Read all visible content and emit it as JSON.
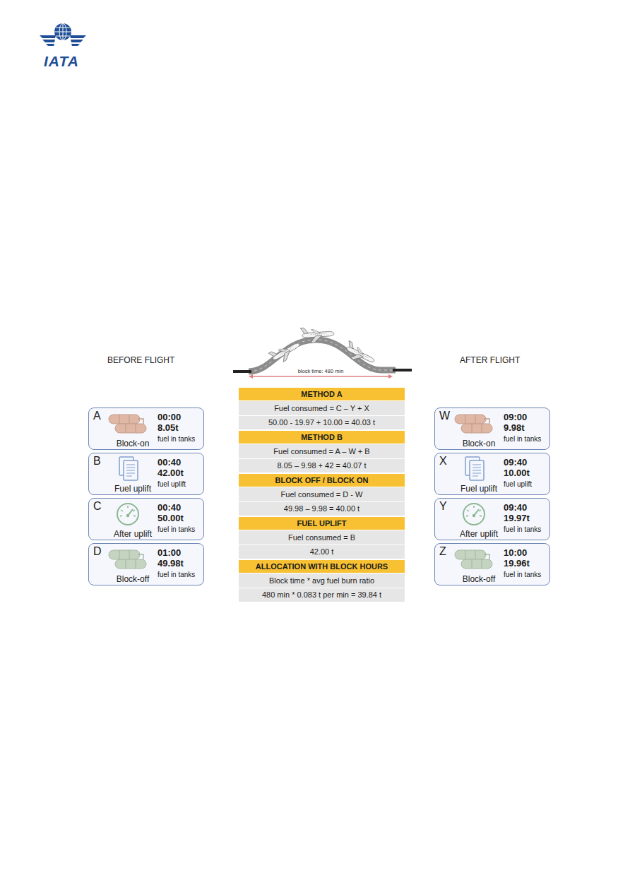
{
  "diagram": {
    "nodes": [
      {
        "text": [
          "A",
          "00:00",
          "8.05t",
          "Block-on",
          "fuel in tanks"
        ]
      },
      {
        "text": [
          "B",
          "00:40",
          "42.00t",
          "Fuel uplift",
          "fuel uplift"
        ]
      },
      {
        "text": [
          "C",
          "00:40",
          "50.00t",
          "After uplift",
          "fuel in tanks"
        ]
      },
      {
        "text": [
          "D",
          "01:00",
          "49.98t",
          "Block-off",
          "fuel in tanks"
        ]
      },
      {
        "text": [
          "METHOD A"
        ]
      },
      {
        "text": [
          "Fuel consumed = C – Y + X"
        ]
      },
      {
        "text": [
          "50.00 - 19.97 + 10.00 = 40.03 t"
        ]
      },
      {
        "text": [
          "METHOD B"
        ]
      },
      {
        "text": [
          "Fuel consumed = A – W + B"
        ]
      },
      {
        "text": [
          "8.05 – 9.98 + 42 = 40.07 t"
        ]
      },
      {
        "text": [
          "BLOCK OFF / BLOCK ON"
        ]
      },
      {
        "text": [
          "Fuel consumed = D - W"
        ]
      },
      {
        "text": [
          "49.98 – 9.98 = 40.00 t"
        ]
      },
      {
        "text": [
          "FUEL UPLIFT"
        ]
      },
      {
        "text": [
          "Fuel consumed = B"
        ]
      },
      {
        "text": [
          "42.00 t"
        ]
      },
      {
        "text": [
          "ALLOCATION WITH BLOCK HOURS"
        ]
      },
      {
        "text": [
          "Block time * avg fuel burn ratio"
        ]
      },
      {
        "text": [
          "480 min * 0.083 t per min = 39.84 t"
        ]
      },
      {
        "text": [
          "W",
          "09:00",
          "9.98t",
          "Block-on",
          "fuel in tanks"
        ]
      },
      {
        "text": [
          "X",
          "09:40",
          "10.00t",
          "Fuel uplift",
          "fuel uplift"
        ]
      },
      {
        "text": [
          "Y",
          "09:40",
          "19.97t",
          "After uplift",
          "fuel in tanks"
        ]
      },
      {
        "text": [
          "Z",
          "10:00",
          "19.96t",
          "Block-off",
          "fuel in tanks"
        ]
      }
    ],
    "labels": [
      "IATA",
      "BEFORE FLIGHT",
      "block time: 480 min",
      "AFTER FLIGHT"
    ]
  }
}
